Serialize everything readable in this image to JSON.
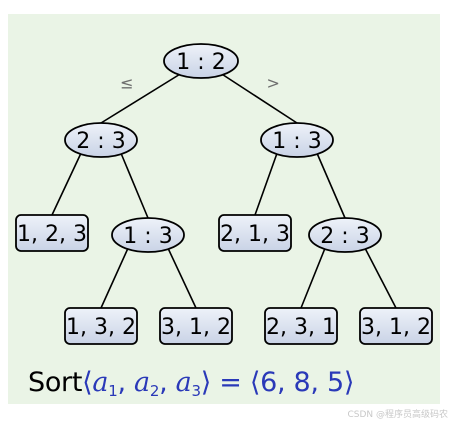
{
  "diagram": {
    "nodes": [
      {
        "id": "root",
        "shape": "ellipse",
        "label": "1 : 2"
      },
      {
        "id": "l",
        "shape": "ellipse",
        "label": "2 : 3"
      },
      {
        "id": "r",
        "shape": "ellipse",
        "label": "1 : 3"
      },
      {
        "id": "ll",
        "shape": "rect",
        "label": "1, 2, 3"
      },
      {
        "id": "lr",
        "shape": "ellipse",
        "label": "1 : 3"
      },
      {
        "id": "rl",
        "shape": "rect",
        "label": "2, 1, 3"
      },
      {
        "id": "rr",
        "shape": "ellipse",
        "label": "2 : 3"
      },
      {
        "id": "lrl",
        "shape": "rect",
        "label": "1, 3, 2"
      },
      {
        "id": "lrr",
        "shape": "rect",
        "label": "3, 1, 2"
      },
      {
        "id": "rrl",
        "shape": "rect",
        "label": "2, 3, 1"
      },
      {
        "id": "rrr",
        "shape": "rect",
        "label": "3, 1, 2"
      }
    ],
    "edges": [
      {
        "from": "root",
        "to": "l",
        "label": "≤"
      },
      {
        "from": "root",
        "to": "r",
        "label": ">"
      },
      {
        "from": "l",
        "to": "ll",
        "label": ""
      },
      {
        "from": "l",
        "to": "lr",
        "label": ""
      },
      {
        "from": "r",
        "to": "rl",
        "label": ""
      },
      {
        "from": "r",
        "to": "rr",
        "label": ""
      },
      {
        "from": "lr",
        "to": "lrl",
        "label": ""
      },
      {
        "from": "lr",
        "to": "lrr",
        "label": ""
      },
      {
        "from": "rr",
        "to": "rrl",
        "label": ""
      },
      {
        "from": "rr",
        "to": "rrr",
        "label": ""
      }
    ]
  },
  "caption": {
    "prefix": "Sort",
    "open": "⟨",
    "a1": "a",
    "s1": "1",
    "a2": "a",
    "s2": "2",
    "a3": "a",
    "s3": "3",
    "close": "⟩",
    "eq": " = ",
    "result": "⟨6, 8, 5⟩"
  },
  "watermark": "CSDN @程序员高级码农",
  "colors": {
    "background": "#eaf4e6",
    "node_fill": "#dbe3f0",
    "node_stroke": "#000000",
    "caption_blue": "#2a39b8"
  }
}
